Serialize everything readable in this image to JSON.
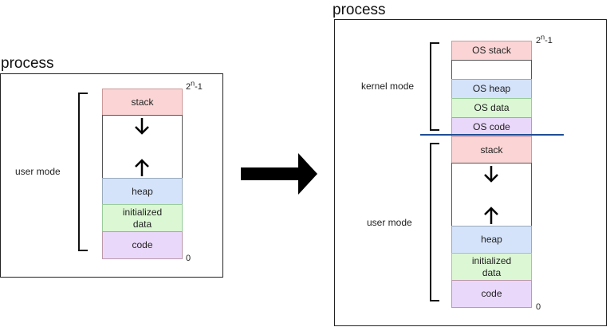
{
  "left": {
    "title": "process",
    "top_label_base": "2",
    "top_label_exp": "n",
    "top_label_tail": "-1",
    "bottom_label": "0",
    "mode_label": "user mode",
    "segments": {
      "stack": "stack",
      "heap": "heap",
      "initialized_data": "initialized\ndata",
      "code": "code"
    }
  },
  "right": {
    "title": "process",
    "top_label_base": "2",
    "top_label_exp": "n",
    "top_label_tail": "-1",
    "bottom_label": "0",
    "kernel_mode_label": "kernel mode",
    "user_mode_label": "user mode",
    "segments": {
      "os_stack": "OS stack",
      "os_heap": "OS heap",
      "os_data": "OS data",
      "os_code": "OS code",
      "stack": "stack",
      "heap": "heap",
      "initialized_data": "initialized\ndata",
      "code": "code"
    }
  },
  "colors": {
    "stack": "#fbd5d5",
    "heap": "#d5e3fa",
    "data": "#dcf7d4",
    "code": "#ead8fa",
    "divider": "#1f4e96",
    "arrow": "#000000"
  }
}
